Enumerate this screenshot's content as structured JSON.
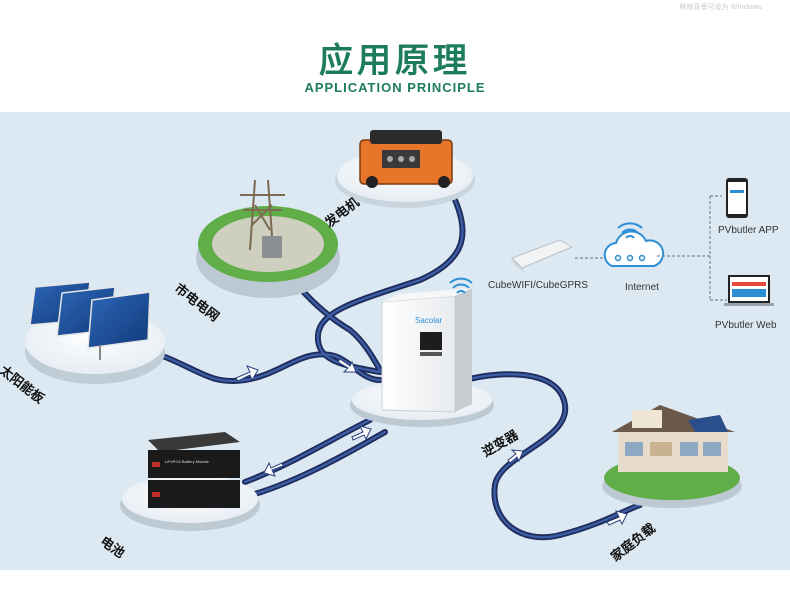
{
  "header": {
    "title_cn": "应用原理",
    "title_en": "APPLICATION PRINCIPLE",
    "watermark": "移除背景可设为 Windows"
  },
  "nodes": {
    "generator": "发电机",
    "grid": "市电电网",
    "solar": "太阳能板",
    "inverter": "逆变器",
    "battery": "电池",
    "home_load": "家庭负载"
  },
  "inverter_brand": "Sacolar",
  "monitoring": {
    "dongle": "CubeWIFI/CubeGPRS",
    "internet": "Internet",
    "app": "PVbutler APP",
    "web": "PVbutler Web"
  },
  "battery_module_label": "LiFePO4 Battery Module",
  "colors": {
    "title_green": "#1d7c5a",
    "panel_bg": "#dde9f2",
    "flow_line": "#25366c",
    "grass": "#5fae47",
    "wifi_blue": "#2c8fd6"
  }
}
